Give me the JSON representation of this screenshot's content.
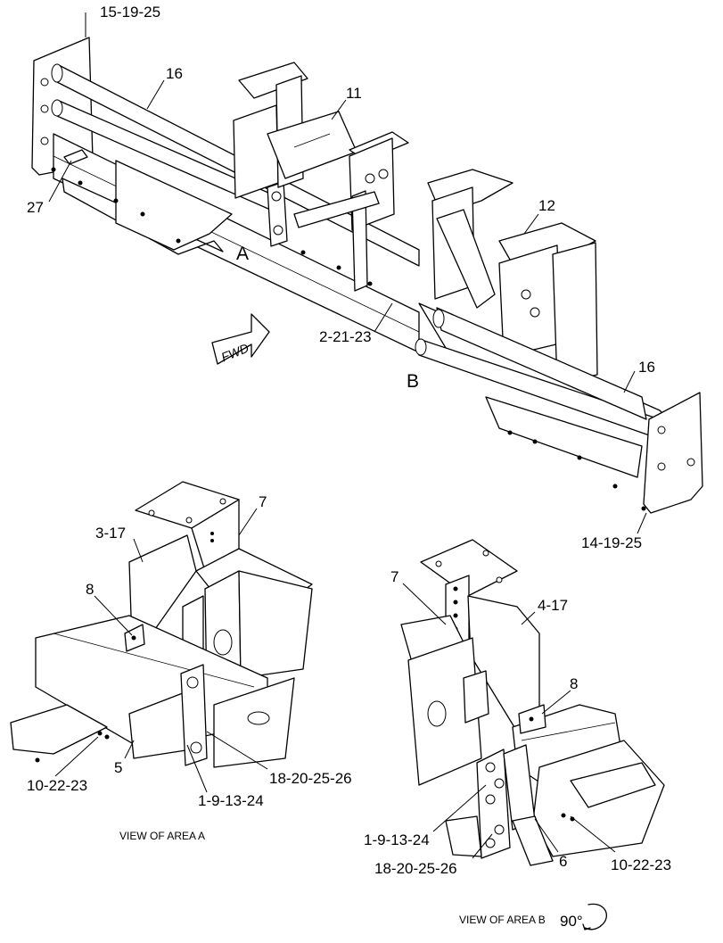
{
  "callouts_main": {
    "c_15_19_25": "15-19-25",
    "c_16_top": "16",
    "c_11": "11",
    "c_27": "27",
    "c_12": "12",
    "c_2_21_23": "2-21-23",
    "c_16_right": "16",
    "c_14_19_25": "14-19-25"
  },
  "area_letters": {
    "a": "A",
    "b": "B"
  },
  "fwd_arrow": {
    "label": "FWD"
  },
  "view_a": {
    "caption": "VIEW OF AREA  A",
    "c_3_17": "3-17",
    "c_7": "7",
    "c_8": "8",
    "c_5": "5",
    "c_10_22_23": "10-22-23",
    "c_1_9_13_24": "1-9-13-24",
    "c_18_20_25_26": "18-20-25-26"
  },
  "view_b": {
    "caption": "VIEW OF AREA  B",
    "rotation": "90°",
    "rotation_icon": "rotate-arrow-icon",
    "c_7": "7",
    "c_4_17": "4-17",
    "c_8": "8",
    "c_1_9_13_24": "1-9-13-24",
    "c_18_20_25_26": "18-20-25-26",
    "c_6": "6",
    "c_10_22_23": "10-22-23"
  }
}
